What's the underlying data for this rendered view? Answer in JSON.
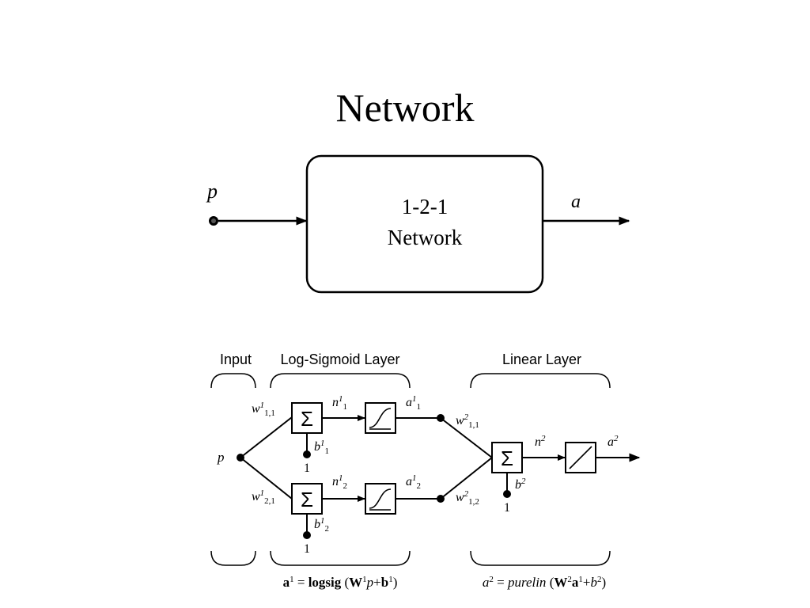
{
  "slide": {
    "title": "Network"
  },
  "block_diagram": {
    "input_label": "p",
    "box_line1": "1-2-1",
    "box_line2": "Network",
    "output_label": "a"
  },
  "network": {
    "section_input": "Input",
    "section_hidden": "Log-Sigmoid Layer",
    "section_output": "Linear Layer",
    "input_node": "p",
    "sum_symbol": "Σ",
    "weights": {
      "w1_11": {
        "base": "w",
        "sup": "1",
        "sub": "1,1"
      },
      "w1_21": {
        "base": "w",
        "sup": "1",
        "sub": "2,1"
      },
      "w2_11": {
        "base": "w",
        "sup": "2",
        "sub": "1,1"
      },
      "w2_12": {
        "base": "w",
        "sup": "2",
        "sub": "1,2"
      }
    },
    "signals": {
      "n1_1": {
        "base": "n",
        "sup": "1",
        "sub": "1"
      },
      "n1_2": {
        "base": "n",
        "sup": "1",
        "sub": "2"
      },
      "a1_1": {
        "base": "a",
        "sup": "1",
        "sub": "1"
      },
      "a1_2": {
        "base": "a",
        "sup": "1",
        "sub": "2"
      },
      "n2": {
        "base": "n",
        "sup": "2"
      },
      "a2": {
        "base": "a",
        "sup": "2"
      }
    },
    "biases": {
      "b1_1": {
        "base": "b",
        "sup": "1",
        "sub": "1"
      },
      "b1_2": {
        "base": "b",
        "sup": "1",
        "sub": "2"
      },
      "b2": {
        "base": "b",
        "sup": "2"
      }
    },
    "bias_input": "1"
  },
  "equations": {
    "hidden": {
      "lhs": "a",
      "lhs_sup": "1",
      "eq": " = ",
      "fn": "logsig",
      "open": " (",
      "W": "W",
      "W_sup": "1",
      "p": "p",
      "plus": "+",
      "b": "b",
      "b_sup": "1",
      "close": ")"
    },
    "output": {
      "lhs": "a",
      "lhs_sup": "2",
      "eq": " = ",
      "fn": "purelin",
      "open": " (",
      "W": "W",
      "W_sup": "2",
      "a": "a",
      "a_sup": "1",
      "plus": "+",
      "b": "b",
      "b_sup": "2",
      "close": ")"
    }
  }
}
